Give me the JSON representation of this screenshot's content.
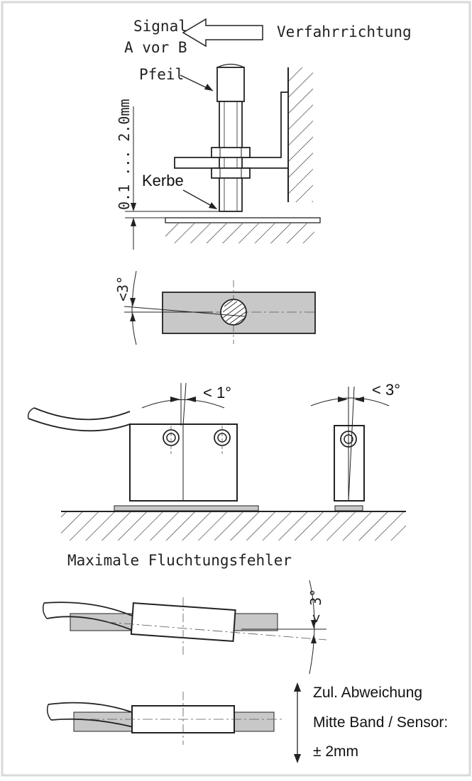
{
  "labels": {
    "signal": "Signal",
    "a_vor_b": "A vor B",
    "verfahrrichtung": "Verfahrrichtung",
    "pfeil": "Pfeil",
    "gap_range": "0.1 ... 2.0mm",
    "kerbe": "Kerbe",
    "angle_tilt": "<3°",
    "angle_left": "< 1°",
    "angle_right": "< 3°",
    "caption": "Maximale Fluchtungsfehler",
    "angle_yaw": "< 3°",
    "tolerance_line1": "Zul. Abweichung",
    "tolerance_line2": "Mitte Band / Sensor:",
    "tolerance_line3": "± 2mm"
  },
  "colors": {
    "frame": "#d9d9d9",
    "line": "#1a1a1a",
    "fill": "#c8c8c8",
    "hatch": "#333333"
  }
}
